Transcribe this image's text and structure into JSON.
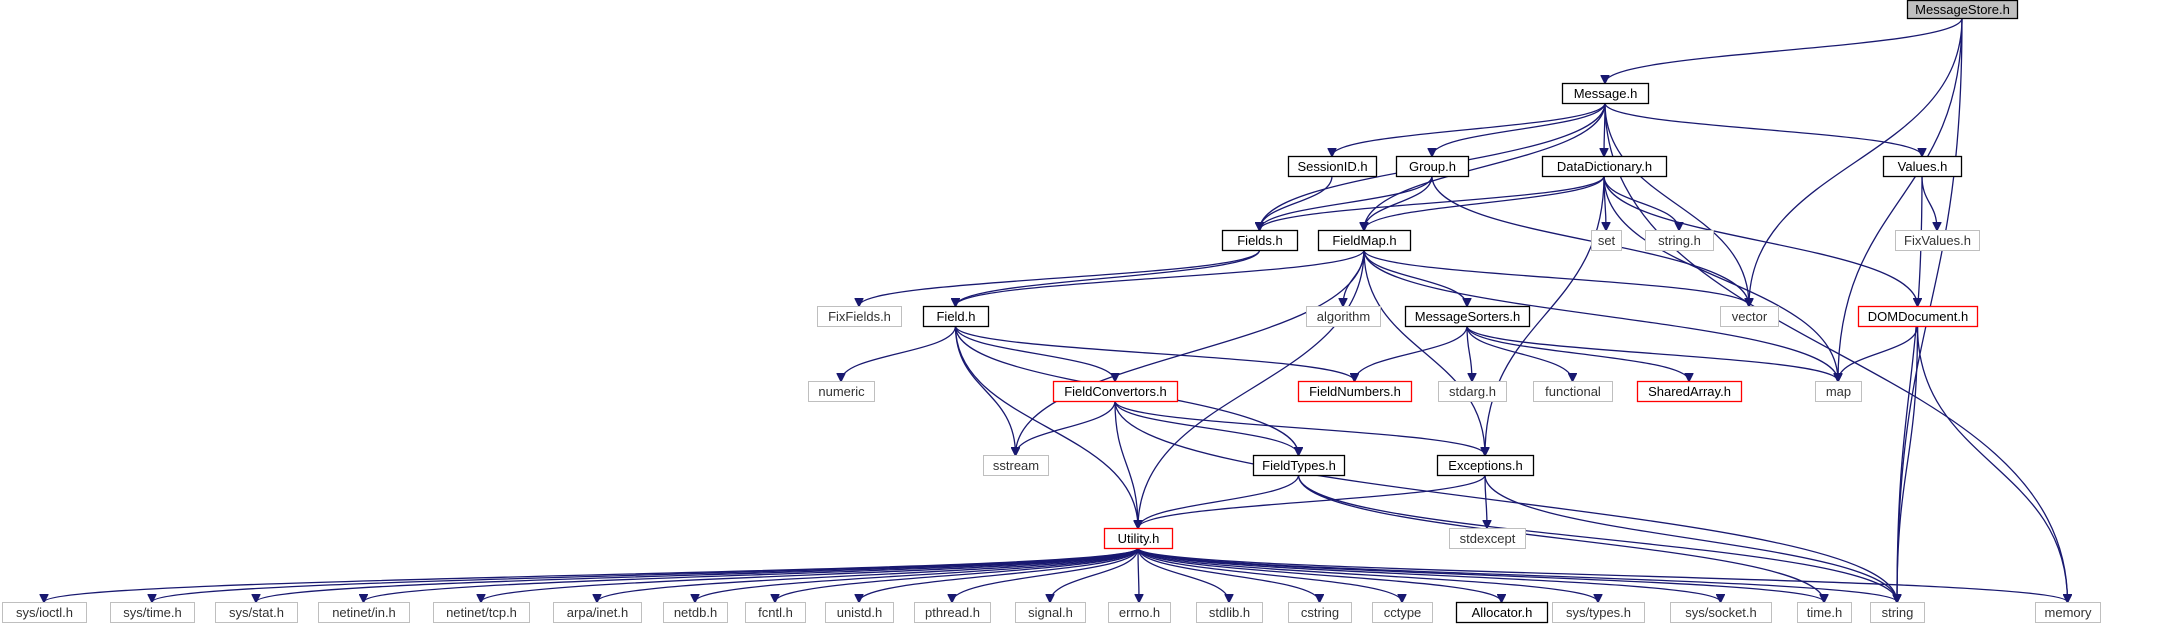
{
  "graph": {
    "nodes": [
      {
        "id": "MessageStore.h",
        "label": "MessageStore.h",
        "style": "root"
      },
      {
        "id": "Message.h",
        "label": "Message.h",
        "style": "normal"
      },
      {
        "id": "SessionID.h",
        "label": "SessionID.h",
        "style": "normal"
      },
      {
        "id": "Group.h",
        "label": "Group.h",
        "style": "normal"
      },
      {
        "id": "DataDictionary.h",
        "label": "DataDictionary.h",
        "style": "normal"
      },
      {
        "id": "Values.h",
        "label": "Values.h",
        "style": "normal"
      },
      {
        "id": "Fields.h",
        "label": "Fields.h",
        "style": "normal"
      },
      {
        "id": "FieldMap.h",
        "label": "FieldMap.h",
        "style": "normal"
      },
      {
        "id": "set",
        "label": "set",
        "style": "system"
      },
      {
        "id": "string.h",
        "label": "string.h",
        "style": "system"
      },
      {
        "id": "vector",
        "label": "vector",
        "style": "system"
      },
      {
        "id": "FixValues.h",
        "label": "FixValues.h",
        "style": "system"
      },
      {
        "id": "FixFields.h",
        "label": "FixFields.h",
        "style": "system"
      },
      {
        "id": "Field.h",
        "label": "Field.h",
        "style": "normal"
      },
      {
        "id": "algorithm",
        "label": "algorithm",
        "style": "system"
      },
      {
        "id": "MessageSorters.h",
        "label": "MessageSorters.h",
        "style": "normal"
      },
      {
        "id": "DOMDocument.h",
        "label": "DOMDocument.h",
        "style": "truncated"
      },
      {
        "id": "numeric",
        "label": "numeric",
        "style": "system"
      },
      {
        "id": "FieldConvertors.h",
        "label": "FieldConvertors.h",
        "style": "truncated"
      },
      {
        "id": "FieldNumbers.h",
        "label": "FieldNumbers.h",
        "style": "truncated"
      },
      {
        "id": "stdarg.h",
        "label": "stdarg.h",
        "style": "system"
      },
      {
        "id": "functional",
        "label": "functional",
        "style": "system"
      },
      {
        "id": "SharedArray.h",
        "label": "SharedArray.h",
        "style": "truncated"
      },
      {
        "id": "map",
        "label": "map",
        "style": "system"
      },
      {
        "id": "sstream",
        "label": "sstream",
        "style": "system"
      },
      {
        "id": "FieldTypes.h",
        "label": "FieldTypes.h",
        "style": "normal"
      },
      {
        "id": "Exceptions.h",
        "label": "Exceptions.h",
        "style": "normal"
      },
      {
        "id": "Utility.h",
        "label": "Utility.h",
        "style": "truncated"
      },
      {
        "id": "stdexcept",
        "label": "stdexcept",
        "style": "system"
      },
      {
        "id": "sys/ioctl.h",
        "label": "sys/ioctl.h",
        "style": "system"
      },
      {
        "id": "sys/time.h",
        "label": "sys/time.h",
        "style": "system"
      },
      {
        "id": "sys/stat.h",
        "label": "sys/stat.h",
        "style": "system"
      },
      {
        "id": "netinet/in.h",
        "label": "netinet/in.h",
        "style": "system"
      },
      {
        "id": "netinet/tcp.h",
        "label": "netinet/tcp.h",
        "style": "system"
      },
      {
        "id": "arpa/inet.h",
        "label": "arpa/inet.h",
        "style": "system"
      },
      {
        "id": "netdb.h",
        "label": "netdb.h",
        "style": "system"
      },
      {
        "id": "fcntl.h",
        "label": "fcntl.h",
        "style": "system"
      },
      {
        "id": "unistd.h",
        "label": "unistd.h",
        "style": "system"
      },
      {
        "id": "pthread.h",
        "label": "pthread.h",
        "style": "system"
      },
      {
        "id": "signal.h",
        "label": "signal.h",
        "style": "system"
      },
      {
        "id": "errno.h",
        "label": "errno.h",
        "style": "system"
      },
      {
        "id": "stdlib.h",
        "label": "stdlib.h",
        "style": "system"
      },
      {
        "id": "cstring",
        "label": "cstring",
        "style": "system"
      },
      {
        "id": "cctype",
        "label": "cctype",
        "style": "system"
      },
      {
        "id": "Allocator.h",
        "label": "Allocator.h",
        "style": "normal"
      },
      {
        "id": "sys/types.h",
        "label": "sys/types.h",
        "style": "system"
      },
      {
        "id": "sys/socket.h",
        "label": "sys/socket.h",
        "style": "system"
      },
      {
        "id": "time.h",
        "label": "time.h",
        "style": "system"
      },
      {
        "id": "string",
        "label": "string",
        "style": "system"
      },
      {
        "id": "memory",
        "label": "memory",
        "style": "system"
      }
    ],
    "edges": [
      [
        "MessageStore.h",
        "Message.h"
      ],
      [
        "MessageStore.h",
        "vector"
      ],
      [
        "MessageStore.h",
        "map"
      ],
      [
        "MessageStore.h",
        "string"
      ],
      [
        "Message.h",
        "SessionID.h"
      ],
      [
        "Message.h",
        "Group.h"
      ],
      [
        "Message.h",
        "DataDictionary.h"
      ],
      [
        "Message.h",
        "Values.h"
      ],
      [
        "Message.h",
        "Fields.h"
      ],
      [
        "Message.h",
        "FieldMap.h"
      ],
      [
        "Message.h",
        "vector"
      ],
      [
        "Message.h",
        "memory"
      ],
      [
        "SessionID.h",
        "Fields.h"
      ],
      [
        "Group.h",
        "Fields.h"
      ],
      [
        "Group.h",
        "FieldMap.h"
      ],
      [
        "Group.h",
        "vector"
      ],
      [
        "DataDictionary.h",
        "Fields.h"
      ],
      [
        "DataDictionary.h",
        "FieldMap.h"
      ],
      [
        "DataDictionary.h",
        "set"
      ],
      [
        "DataDictionary.h",
        "string.h"
      ],
      [
        "DataDictionary.h",
        "DOMDocument.h"
      ],
      [
        "DataDictionary.h",
        "map"
      ],
      [
        "DataDictionary.h",
        "Exceptions.h"
      ],
      [
        "Values.h",
        "FixValues.h"
      ],
      [
        "Values.h",
        "string"
      ],
      [
        "Fields.h",
        "FixFields.h"
      ],
      [
        "Fields.h",
        "Field.h"
      ],
      [
        "FieldMap.h",
        "Field.h"
      ],
      [
        "FieldMap.h",
        "algorithm"
      ],
      [
        "FieldMap.h",
        "MessageSorters.h"
      ],
      [
        "FieldMap.h",
        "vector"
      ],
      [
        "FieldMap.h",
        "map"
      ],
      [
        "FieldMap.h",
        "sstream"
      ],
      [
        "FieldMap.h",
        "Utility.h"
      ],
      [
        "FieldMap.h",
        "Exceptions.h"
      ],
      [
        "Field.h",
        "numeric"
      ],
      [
        "Field.h",
        "sstream"
      ],
      [
        "Field.h",
        "FieldConvertors.h"
      ],
      [
        "Field.h",
        "FieldNumbers.h"
      ],
      [
        "Field.h",
        "FieldTypes.h"
      ],
      [
        "Field.h",
        "Utility.h"
      ],
      [
        "MessageSorters.h",
        "FieldNumbers.h"
      ],
      [
        "MessageSorters.h",
        "stdarg.h"
      ],
      [
        "MessageSorters.h",
        "functional"
      ],
      [
        "MessageSorters.h",
        "SharedArray.h"
      ],
      [
        "MessageSorters.h",
        "map"
      ],
      [
        "DOMDocument.h",
        "map"
      ],
      [
        "DOMDocument.h",
        "string"
      ],
      [
        "DOMDocument.h",
        "memory"
      ],
      [
        "FieldConvertors.h",
        "sstream"
      ],
      [
        "FieldConvertors.h",
        "FieldTypes.h"
      ],
      [
        "FieldConvertors.h",
        "Utility.h"
      ],
      [
        "FieldConvertors.h",
        "Exceptions.h"
      ],
      [
        "FieldConvertors.h",
        "string"
      ],
      [
        "FieldTypes.h",
        "Utility.h"
      ],
      [
        "FieldTypes.h",
        "time.h"
      ],
      [
        "FieldTypes.h",
        "string"
      ],
      [
        "Exceptions.h",
        "Utility.h"
      ],
      [
        "Exceptions.h",
        "stdexcept"
      ],
      [
        "Exceptions.h",
        "string"
      ],
      [
        "Utility.h",
        "sys/ioctl.h"
      ],
      [
        "Utility.h",
        "sys/time.h"
      ],
      [
        "Utility.h",
        "sys/stat.h"
      ],
      [
        "Utility.h",
        "netinet/in.h"
      ],
      [
        "Utility.h",
        "netinet/tcp.h"
      ],
      [
        "Utility.h",
        "arpa/inet.h"
      ],
      [
        "Utility.h",
        "netdb.h"
      ],
      [
        "Utility.h",
        "fcntl.h"
      ],
      [
        "Utility.h",
        "unistd.h"
      ],
      [
        "Utility.h",
        "pthread.h"
      ],
      [
        "Utility.h",
        "signal.h"
      ],
      [
        "Utility.h",
        "errno.h"
      ],
      [
        "Utility.h",
        "stdlib.h"
      ],
      [
        "Utility.h",
        "cstring"
      ],
      [
        "Utility.h",
        "cctype"
      ],
      [
        "Utility.h",
        "Allocator.h"
      ],
      [
        "Utility.h",
        "sys/types.h"
      ],
      [
        "Utility.h",
        "sys/socket.h"
      ],
      [
        "Utility.h",
        "time.h"
      ],
      [
        "Utility.h",
        "string"
      ],
      [
        "Utility.h",
        "memory"
      ]
    ],
    "colors": {
      "edge": "#191970",
      "normal_border": "#000000",
      "truncated_border": "#ff0000",
      "system_border": "#bfbfbf",
      "root_fill": "#bfbfbf"
    }
  }
}
